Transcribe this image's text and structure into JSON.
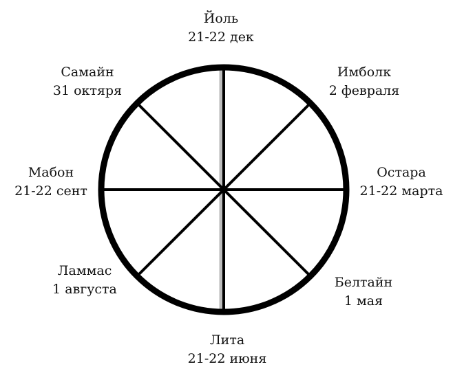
{
  "colors": {
    "ink": "#000000",
    "background": "#ffffff",
    "seam": "#bdbdbd"
  },
  "festivals": [
    {
      "name": "Йоль",
      "date": "21-22 дек"
    },
    {
      "name": "Имболк",
      "date": "2 февраля"
    },
    {
      "name": "Остара",
      "date": "21-22 марта"
    },
    {
      "name": "Белтайн",
      "date": "1 мая"
    },
    {
      "name": "Лита",
      "date": "21-22 июня"
    },
    {
      "name": "Ламмас",
      "date": "1 августа"
    },
    {
      "name": "Мабон",
      "date": "21-22 сент"
    },
    {
      "name": "Самайн",
      "date": "31 октяря"
    }
  ]
}
